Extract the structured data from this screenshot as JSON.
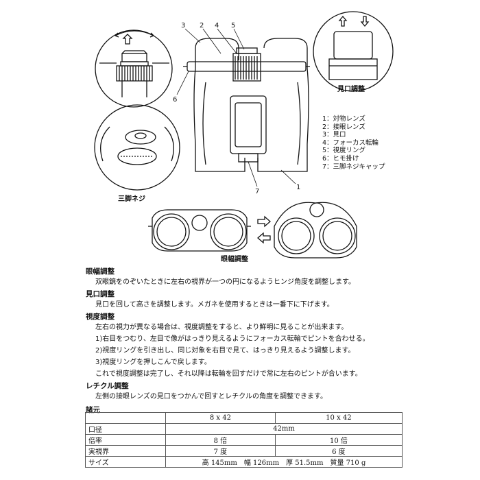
{
  "diagram": {
    "callouts": [
      "3",
      "2",
      "4",
      "5",
      "6",
      "7",
      "1"
    ],
    "caption_eyecup": "見口調整",
    "caption_tripod": "三脚ネジ",
    "caption_ipd": "眼幅調整"
  },
  "legend": [
    "1：対物レンズ",
    "2：接眼レンズ",
    "3：見口",
    "4：フォーカス転輪",
    "5：視度リング",
    "6：ヒモ掛け",
    "7：三脚ネジキャップ"
  ],
  "sections": [
    {
      "title": "眼幅調整",
      "lines": [
        "双眼鏡をのぞいたときに左右の視界が一つの円になるようヒンジ角度を調整します。"
      ]
    },
    {
      "title": "見口調整",
      "lines": [
        "見口を回して高さを調整します。メガネを使用するときは一番下に下げます。"
      ]
    },
    {
      "title": "視度調整",
      "lines": [
        "左右の視力が異なる場合は、視度調整をすると、より鮮明に見ることが出来ます。",
        "1)右目をつむり、左目で像がはっきり見えるようにフォーカス転輪でピントを合わせる。",
        "2)視度リングを引き出し、同じ対象を右目で見て、はっきり見えるよう調整します。",
        "3)視度リングを押しこんで戻します。",
        "これで視度調整は完了し、それ以降は転輪を回すだけで常に左右のピントが合います。"
      ]
    },
    {
      "title": "レチクル調整",
      "lines": [
        "左側の接眼レンズの見口をつかんで回すとレチクルの角度を調整できます。"
      ]
    }
  ],
  "spec": {
    "title": "諸元",
    "header": [
      "",
      "8 x 42",
      "10 x 42"
    ],
    "rows": [
      {
        "label": "口径",
        "merged": "42mm"
      },
      {
        "label": "倍率",
        "values": [
          "8 倍",
          "10 倍"
        ]
      },
      {
        "label": "実視界",
        "values": [
          "7 度",
          "6 度"
        ]
      },
      {
        "label": "サイズ",
        "merged": "高 145mm　幅 126mm　厚 51.5mm　質量 710 g"
      }
    ]
  }
}
